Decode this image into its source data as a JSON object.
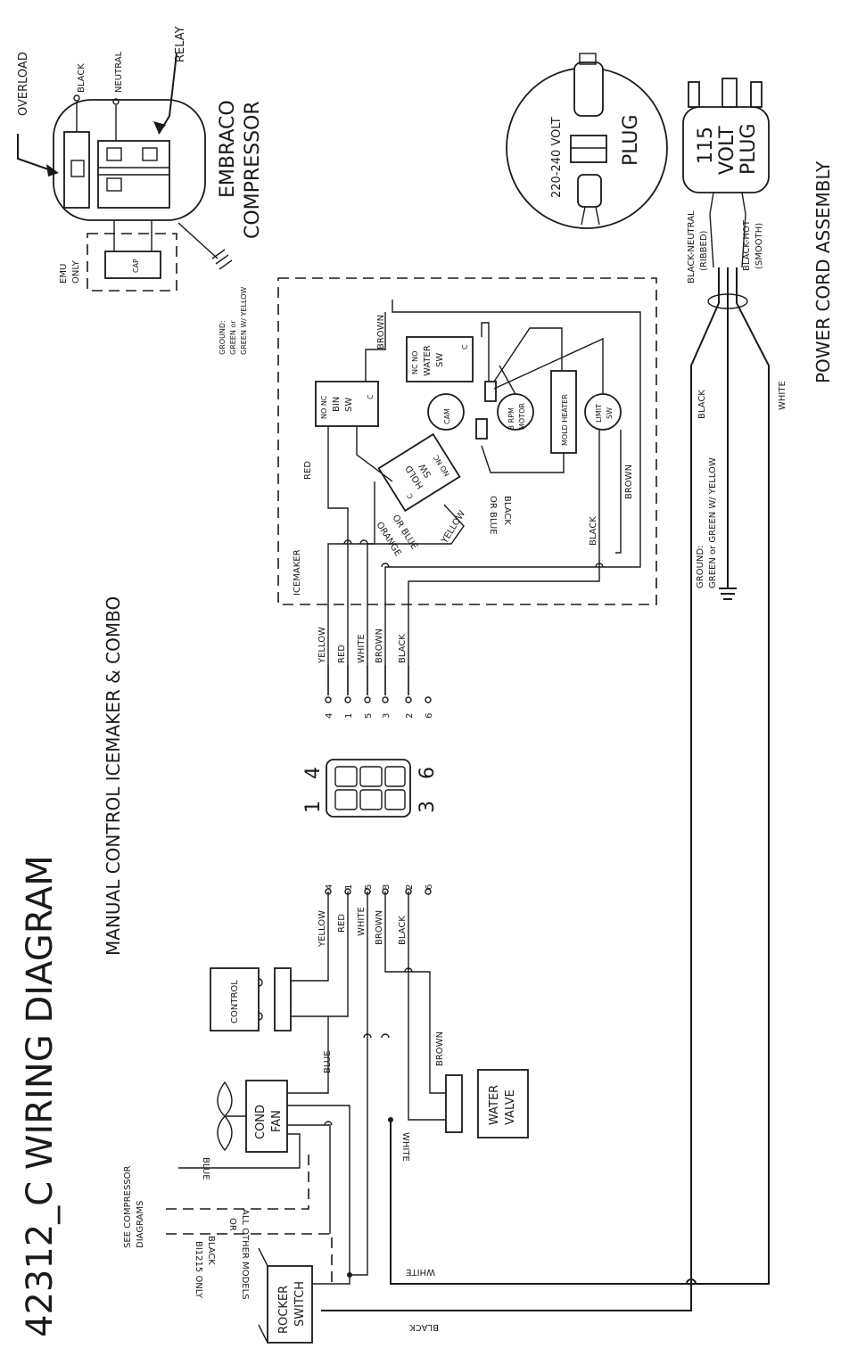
{
  "title": "42312_C WIRING DIAGRAM",
  "subtitle": "MANUAL CONTROL ICEMAKER & COMBO",
  "compressor": {
    "title_line1": "EMBRACO",
    "title_line2": "COMPRESSOR",
    "overload": "OVERLOAD",
    "relay": "RELAY",
    "black": "BLACK",
    "neutral": "NEUTRAL",
    "emu_line1": "EMU",
    "emu_line2": "ONLY",
    "cap": "CAP",
    "ground_line1": "GROUND:",
    "ground_line2": "GREEN or",
    "ground_line3": "GREEN W/ YELLOW"
  },
  "plug_220": {
    "line1": "220-240 VOLT",
    "line2": "PLUG"
  },
  "plug_115": {
    "line1": "115",
    "line2": "VOLT",
    "line3": "PLUG",
    "neutral_line1": "BLACK-NEUTRAL",
    "neutral_line2": "(RIBBED)",
    "hot_line1": "BLACK-HOT",
    "hot_line2": "(SMOOTH)"
  },
  "power_cord": {
    "title": "POWER CORD ASSEMBLY",
    "black": "BLACK",
    "white": "WHITE",
    "ground_line1": "GROUND:",
    "ground_line2": "GREEN or GREEN W/ YELLOW"
  },
  "icemaker": {
    "label": "ICEMAKER",
    "bin_sw": [
      "NO NC",
      "BIN",
      "SW",
      "C"
    ],
    "water_sw": [
      "NC NO",
      "WATER",
      "SW",
      "C"
    ],
    "hold_sw": [
      "C",
      "HOLD",
      "SW",
      "NO NC"
    ],
    "cam": "CAM",
    "motor_line1": "3 RPM",
    "motor_line2": "MOTOR",
    "mold_heater": "MOLD HEATER",
    "limit_line1": "LIMIT",
    "limit_line2": "SW",
    "wire_brown": "BROWN",
    "wire_red": "RED",
    "wire_orange_line1": "ORANGE",
    "wire_orange_line2": "OR BLUE",
    "wire_yellow": "YELLOW",
    "wire_black_blue_line1": "BLACK",
    "wire_black_blue_line2": "OR BLUE",
    "wire_black": "BLACK",
    "wire_brown2": "BROWN"
  },
  "terminals_upper": [
    {
      "num": "4",
      "color": "YELLOW"
    },
    {
      "num": "1",
      "color": "RED"
    },
    {
      "num": "5",
      "color": "WHITE"
    },
    {
      "num": "3",
      "color": "BROWN"
    },
    {
      "num": "2",
      "color": "BLACK"
    },
    {
      "num": "6",
      "color": ""
    }
  ],
  "terminals_lower": [
    {
      "num": "4",
      "color": "YELLOW"
    },
    {
      "num": "1",
      "color": "RED"
    },
    {
      "num": "5",
      "color": "WHITE"
    },
    {
      "num": "3",
      "color": "BROWN"
    },
    {
      "num": "2",
      "color": "BLACK"
    },
    {
      "num": "6",
      "color": ""
    }
  ],
  "connector": {
    "n1": "1",
    "n4": "4",
    "n3": "3",
    "n6": "6"
  },
  "lower": {
    "control": "CONTROL",
    "cond_line1": "COND",
    "cond_line2": "FAN",
    "water_valve_line1": "WATER",
    "water_valve_line2": "VALVE",
    "rocker_line1": "ROCKER",
    "rocker_line2": "SWITCH",
    "see_comp_line1": "SEE COMPRESSOR",
    "see_comp_line2": "DIAGRAMS",
    "black_bi_line1": "BLACK",
    "black_bi_line2": "BI1215 ONLY",
    "or": "OR",
    "all_other": "ALL OTHER MODELS",
    "blue_left": "BLUE",
    "blue_wire": "BLUE",
    "brown_wire": "BROWN",
    "white_mid": "WHITE",
    "white_bottom": "WHITE",
    "black_bottom": "BLACK"
  }
}
